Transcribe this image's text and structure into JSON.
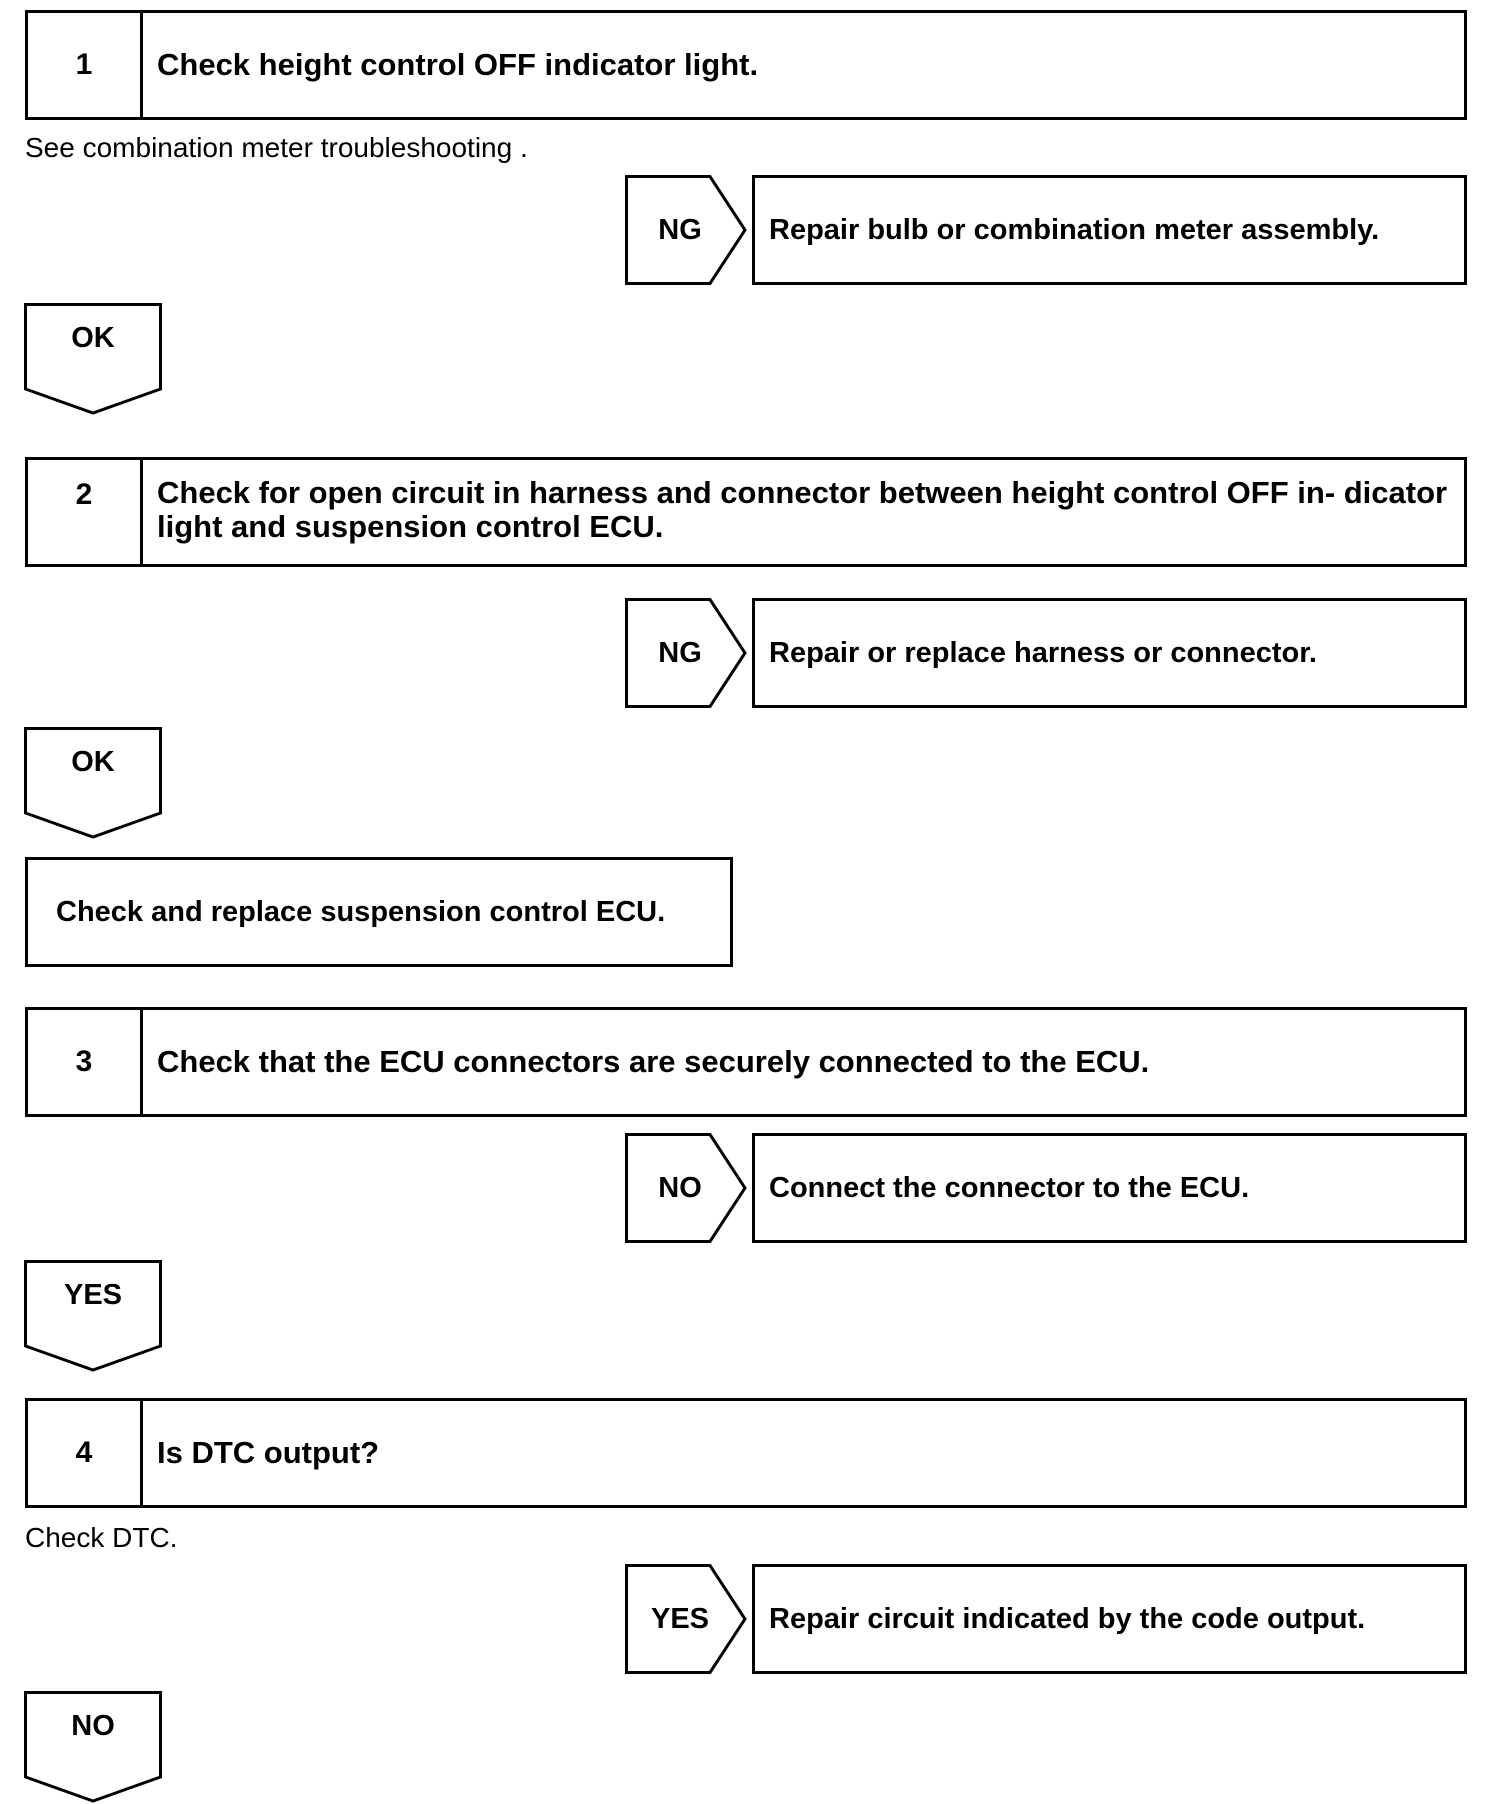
{
  "steps": [
    {
      "number": "1",
      "text": "Check height control OFF indicator light."
    },
    {
      "number": "2",
      "text": "Check for open circuit in harness and connector between height control OFF in- dicator light and suspension control ECU."
    },
    {
      "number": "3",
      "text": "Check that the ECU connectors are securely connected to the ECU."
    },
    {
      "number": "4",
      "text": "Is DTC output?"
    }
  ],
  "notes": {
    "step1": "See combination meter troubleshooting .",
    "step4": "Check DTC."
  },
  "branches": [
    {
      "label": "NG",
      "action": "Repair bulb or combination meter assembly."
    },
    {
      "label": "NG",
      "action": "Repair or replace harness or connector."
    },
    {
      "label": "NO",
      "action": "Connect the connector to the ECU."
    },
    {
      "label": "YES",
      "action": "Repair circuit indicated by the code output."
    }
  ],
  "continues": [
    {
      "label": "OK"
    },
    {
      "label": "OK"
    },
    {
      "label": "YES"
    },
    {
      "label": "NO"
    }
  ],
  "final_action": "Check and replace suspension control ECU."
}
